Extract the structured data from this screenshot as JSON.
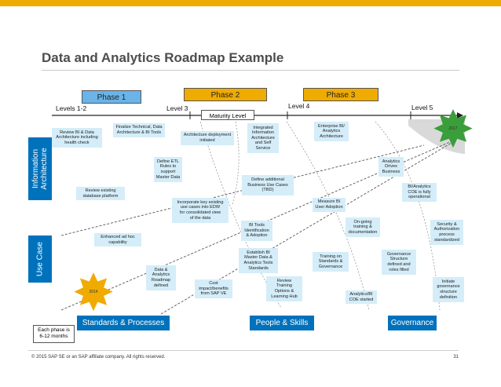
{
  "title": "Data and Analytics Roadmap Example",
  "colors": {
    "accent": "#f0ab00",
    "blue": "#0072bc",
    "light_blue": "#6ab4e8",
    "box_fill": "#d4edf9",
    "star_gold": "#f0ab00",
    "star_green": "#3a9e3a"
  },
  "phases": [
    "Phase 1",
    "Phase 2",
    "Phase 3"
  ],
  "levels": [
    "Levels 1-2",
    "Level 3",
    "Level 4",
    "Level 5"
  ],
  "maturity_label": "Maturity Level",
  "side_labels": {
    "information_architecture": "Information\nArchitecture",
    "use_case": "Use Case"
  },
  "stars": {
    "start": "2014",
    "end": "2017"
  },
  "boxes": [
    "Review BI & Data\nArchitecture including\nhealth check",
    "Finalize Technical, Data\nArchitecture & BI Tools",
    "Architecture deployment\ninitiated",
    "Integrated\nInformation\nArchitecture\nand Self\nService",
    "Enterprise BI/\nAnalytics\nArchitecture",
    "Define ETL\nRules to\nsupport\nMaster Data",
    "Review existing\ndatabase platform",
    "Define additional\nBusiness Use Cases\n(TBD)",
    "Analytics\nDrives\nBusiness",
    "BI/Analytics\nCOE is fully\noperational",
    "Incorporate key existing\nuse cases into EDW\nfor consolidated view\nof the data",
    "Measure BI\nUser Adoption",
    "Enhanced ad hoc\ncapability",
    "BI Tools\nIdentification\n& Adoption",
    "On-going\ntraining &\ndocumentation",
    "Security &\nAuthorization\nprocess\nstandardized",
    "Establish BI\nMaster Data &\nAnalytics Tools\nStandards",
    "Training on\nStandards &\nGovernance",
    "Governance\nStructure\ndefined and\nroles filled",
    "Data &\nAnalytics\nRoadmap\ndefined",
    "Cost\nimpact/benefits\nfrom SAP VE",
    "Review\nTraining\nOptions &\nLearning Hub",
    "Initiate\ngovernance\nstructure\ndefinition",
    "Analytics/BI\nCOE started"
  ],
  "bottom_labels": [
    "Standards & Processes",
    "People & Skills",
    "Governance"
  ],
  "note": "Each phase is\n6-12 months",
  "footer": "© 2015 SAP SE or an SAP affiliate company. All rights reserved.",
  "page_number": "31"
}
